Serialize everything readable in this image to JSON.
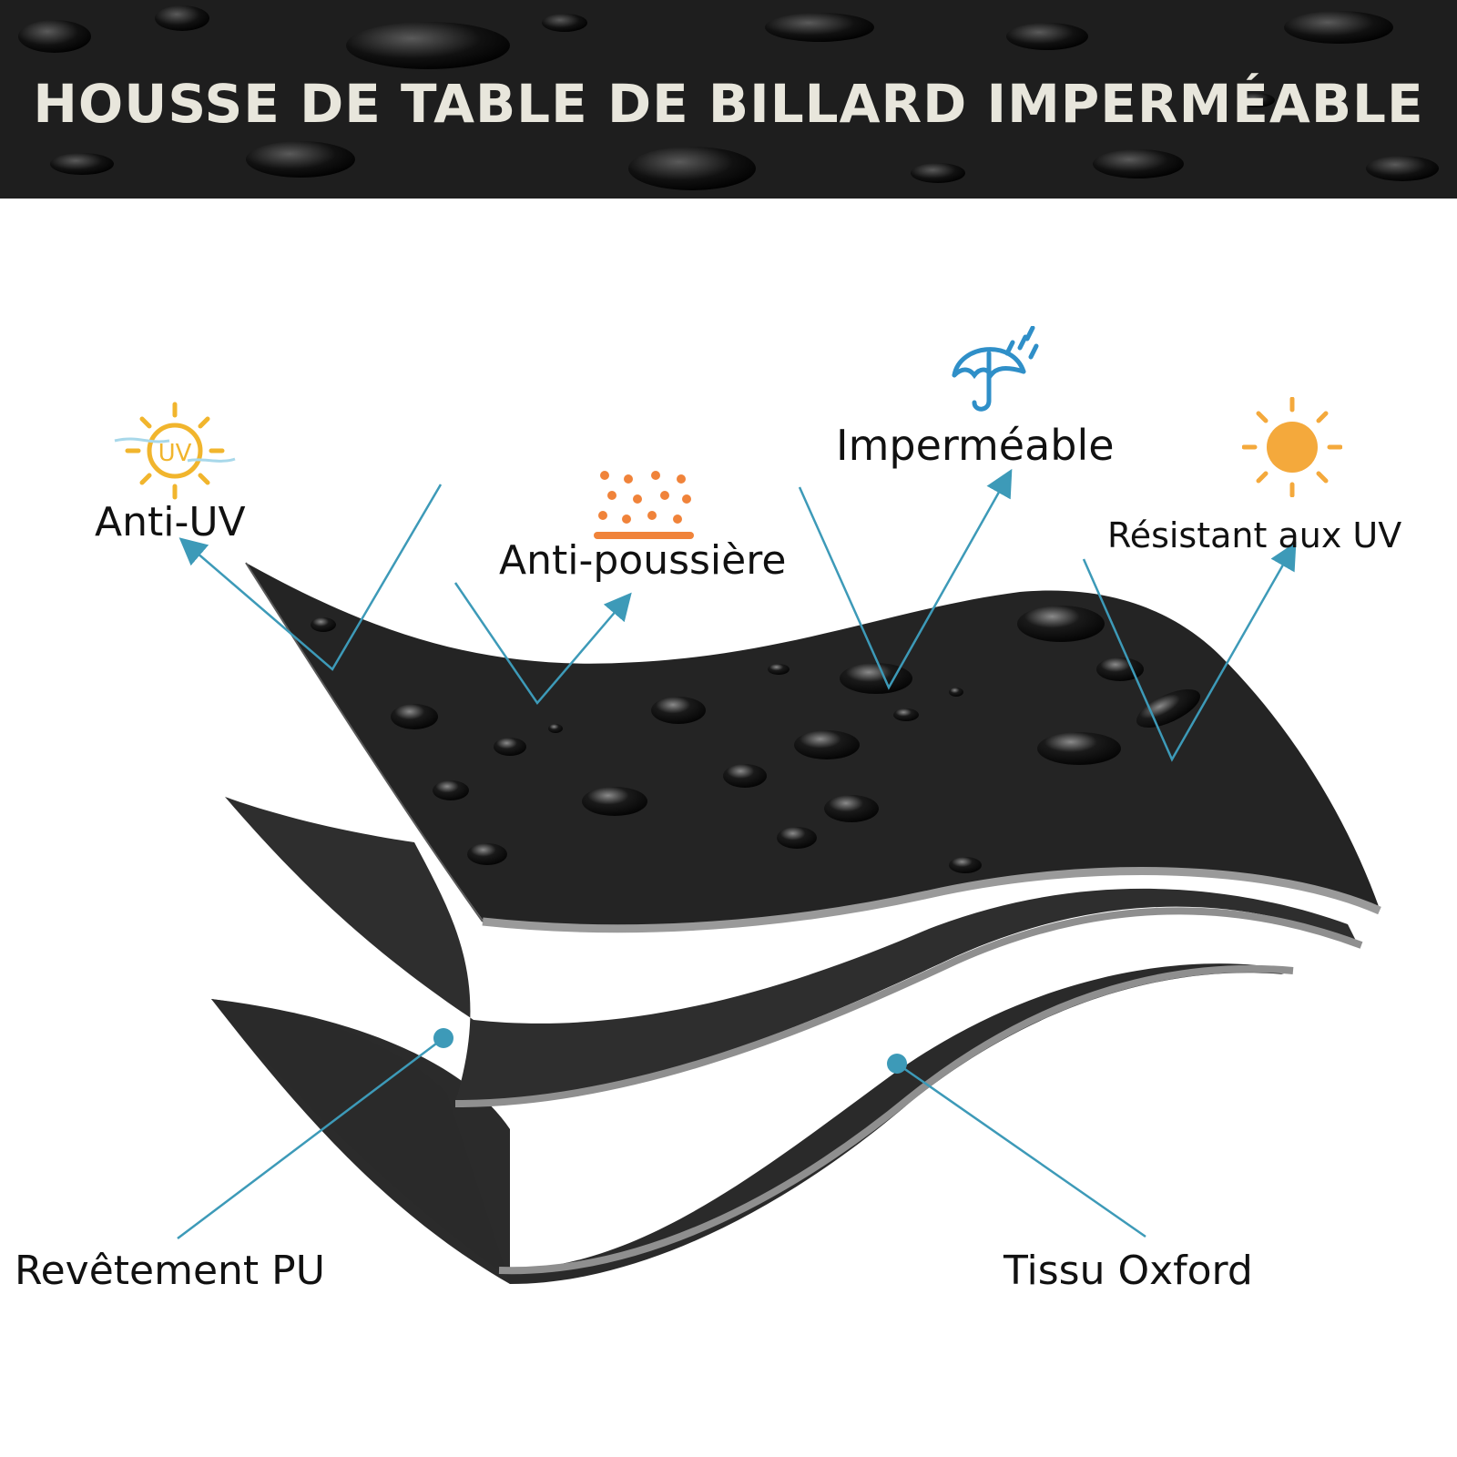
{
  "banner": {
    "title": "HOUSSE DE TABLE DE BILLARD IMPERMÉABLE"
  },
  "features": {
    "anti_uv": {
      "label": "Anti-UV",
      "icon": "uv-sun-icon",
      "badge": "UV"
    },
    "dust": {
      "label": "Anti-poussière",
      "icon": "dust-icon"
    },
    "waterproof": {
      "label": "Imperméable",
      "icon": "umbrella-rain-icon"
    },
    "uv_resistant": {
      "label": "Résistant aux UV",
      "icon": "sun-icon"
    }
  },
  "layers": {
    "pu": {
      "label": "Revêtement PU"
    },
    "oxford": {
      "label": "Tissu Oxford"
    }
  },
  "colors": {
    "accent_line": "#3d9ab8",
    "fabric": "#262626",
    "fabric_edge": "#9a9a9a",
    "sun": "#f4a93c",
    "uv_sun": "#f1b52d",
    "umbrella": "#2f8fc8",
    "dust": "#f0833a"
  }
}
